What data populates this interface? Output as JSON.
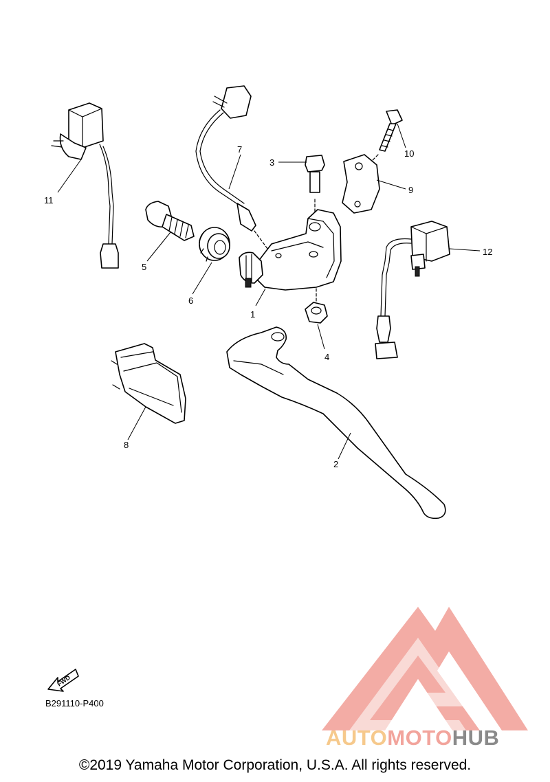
{
  "diagram": {
    "callouts": [
      "1",
      "2",
      "3",
      "4",
      "5",
      "6",
      "7",
      "8",
      "9",
      "10",
      "11",
      "12"
    ],
    "fwd_label": "FWD",
    "diagram_code": "B291110-P400"
  },
  "footer": {
    "copyright": "©2019 Yamaha Motor Corporation, U.S.A. All rights reserved."
  },
  "watermark": {
    "brand_part1": "AUTO",
    "brand_part2": "MOTO",
    "brand_part3": "HUB",
    "colors": {
      "part1": "#f6c98c",
      "part2": "#f2a49c",
      "part3": "#8a8a8a",
      "logo": "#f2a49c"
    }
  }
}
